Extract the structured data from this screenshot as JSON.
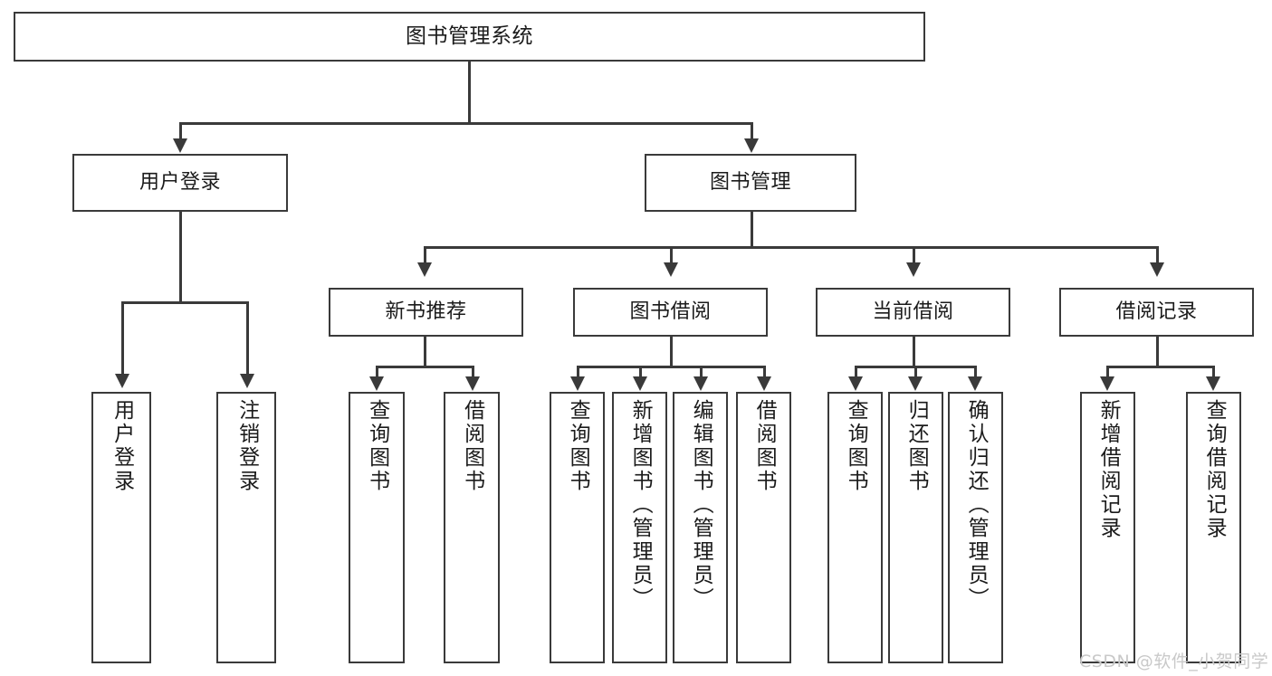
{
  "diagram": {
    "type": "tree-hierarchy",
    "title": "图书管理系统",
    "root": {
      "id": "root",
      "label": "图书管理系统"
    },
    "level1": [
      {
        "id": "user-login",
        "label": "用户登录"
      },
      {
        "id": "book-manage",
        "label": "图书管理"
      }
    ],
    "level2": [
      {
        "id": "new-book-recommend",
        "label": "新书推荐",
        "parent": "book-manage"
      },
      {
        "id": "book-borrow",
        "label": "图书借阅",
        "parent": "book-manage"
      },
      {
        "id": "current-borrow",
        "label": "当前借阅",
        "parent": "book-manage"
      },
      {
        "id": "borrow-record",
        "label": "借阅记录",
        "parent": "book-manage"
      }
    ],
    "leaves": {
      "user-login": [
        {
          "id": "leaf-user-login",
          "label": "用户登录"
        },
        {
          "id": "leaf-logout-login",
          "label": "注销登录"
        }
      ],
      "new-book-recommend": [
        {
          "id": "leaf-query-book-1",
          "label": "查询图书"
        },
        {
          "id": "leaf-borrow-book-1",
          "label": "借阅图书"
        }
      ],
      "book-borrow": [
        {
          "id": "leaf-query-book-2",
          "label": "查询图书"
        },
        {
          "id": "leaf-add-book",
          "label": "新增图书（管理员）"
        },
        {
          "id": "leaf-edit-book",
          "label": "编辑图书（管理员）"
        },
        {
          "id": "leaf-borrow-book-2",
          "label": "借阅图书"
        }
      ],
      "current-borrow": [
        {
          "id": "leaf-query-book-3",
          "label": "查询图书"
        },
        {
          "id": "leaf-return-book",
          "label": "归还图书"
        },
        {
          "id": "leaf-confirm-return",
          "label": "确认归还（管理员）"
        }
      ],
      "borrow-record": [
        {
          "id": "leaf-add-record",
          "label": "新增借阅记录"
        },
        {
          "id": "leaf-query-record",
          "label": "查询借阅记录"
        }
      ]
    }
  },
  "watermark": {
    "text": "CSDN @软件_小贺同学"
  },
  "colors": {
    "stroke": "#3a3a3a",
    "fill": "#ffffff",
    "text": "#1b1b1b",
    "watermark": "#c9c9c9"
  }
}
